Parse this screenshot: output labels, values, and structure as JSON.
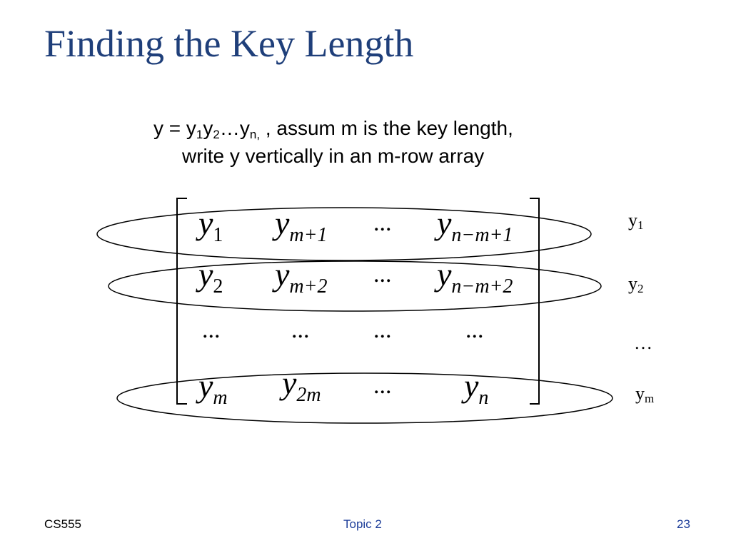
{
  "slide": {
    "title": "Finding the Key Length",
    "intro": {
      "line1_prefix": "y = y",
      "line1_sub1": "1",
      "line1_mid1": "y",
      "line1_sub2": "2",
      "line1_mid2": "…y",
      "line1_sub3": "n,",
      "line1_suffix": "  , assum m is the key length,",
      "line2": "write y vertically in an m-row array"
    },
    "matrix": {
      "rows": [
        [
          {
            "base": "y",
            "sub": "1"
          },
          {
            "base": "y",
            "sub": "m+1"
          },
          {
            "base": "...",
            "sub": ""
          },
          {
            "base": "y",
            "sub": "n−m+1"
          }
        ],
        [
          {
            "base": "y",
            "sub": "2"
          },
          {
            "base": "y",
            "sub": "m+2"
          },
          {
            "base": "...",
            "sub": ""
          },
          {
            "base": "y",
            "sub": "n−m+2"
          }
        ],
        [
          {
            "base": "...",
            "sub": ""
          },
          {
            "base": "...",
            "sub": ""
          },
          {
            "base": "...",
            "sub": ""
          },
          {
            "base": "...",
            "sub": ""
          }
        ],
        [
          {
            "base": "y",
            "sub": "m"
          },
          {
            "base": "y",
            "sub": "2m"
          },
          {
            "base": "...",
            "sub": ""
          },
          {
            "base": "y",
            "sub": "n"
          }
        ]
      ]
    },
    "row_labels": [
      {
        "base": "y",
        "sub": "1"
      },
      {
        "base": "y",
        "sub": "2"
      },
      {
        "base": "…",
        "sub": ""
      },
      {
        "base": "y",
        "sub": "m"
      }
    ]
  },
  "footer": {
    "course": "CS555",
    "topic": "Topic 2",
    "page": "23"
  }
}
